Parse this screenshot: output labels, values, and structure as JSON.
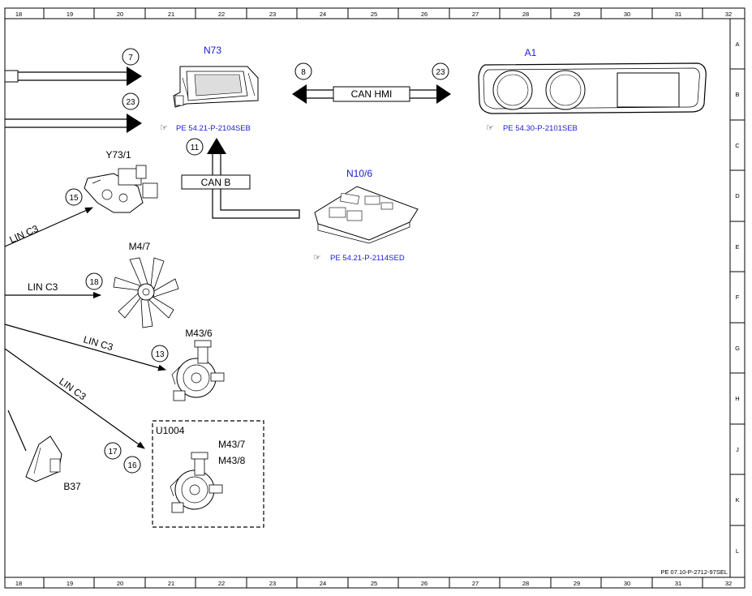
{
  "grid": {
    "columns": [
      "18",
      "19",
      "20",
      "21",
      "22",
      "23",
      "24",
      "25",
      "26",
      "27",
      "28",
      "29",
      "30",
      "31",
      "32"
    ],
    "rows": [
      "A",
      "B",
      "C",
      "D",
      "E",
      "F",
      "G",
      "H",
      "J",
      "K",
      "L"
    ]
  },
  "components": {
    "n73": {
      "label": "N73",
      "ref": "PE 54.21-P-2104SEB"
    },
    "a1": {
      "label": "A1",
      "ref": "PE 54.30-P-2101SEB"
    },
    "n10_6": {
      "label": "N10/6",
      "ref": "PE 54.21-P-2114SED"
    },
    "y73_1": {
      "label": "Y73/1"
    },
    "m4_7": {
      "label": "M4/7"
    },
    "m43_6": {
      "label": "M43/6"
    },
    "u1004": {
      "label": "U1004"
    },
    "m43_7": {
      "label": "M43/7"
    },
    "m43_8": {
      "label": "M43/8"
    },
    "b37": {
      "label": "B37"
    }
  },
  "buses": {
    "can_hmi": "CAN HMI",
    "can_b": "CAN B",
    "lin_c3": "LIN C3"
  },
  "circles": {
    "c7": "7",
    "c23a": "23",
    "c8": "8",
    "c23b": "23",
    "c11": "11",
    "c15": "15",
    "c18": "18",
    "c13": "13",
    "c17": "17",
    "c16": "16"
  },
  "footer": {
    "doc_ref": "PE 07.10-P-2712-97SEL"
  },
  "colors": {
    "line": "#000000",
    "component_label": "#1a1adc",
    "reference": "#1a1adc"
  },
  "icons": {
    "reference": "pointing-hand-icon"
  }
}
